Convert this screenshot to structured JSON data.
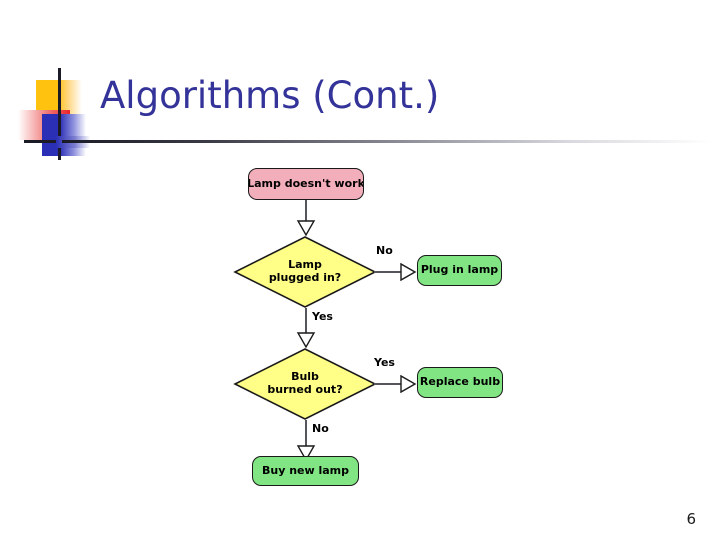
{
  "slide": {
    "title": "Algorithms (Cont.)",
    "page_number": "6",
    "title_color": "#333399"
  },
  "flowchart": {
    "nodes": [
      {
        "id": "start",
        "shape": "rounded-rect",
        "label": "Lamp doesn't work",
        "color": "#F3AEBB"
      },
      {
        "id": "plugged",
        "shape": "diamond",
        "label": "Lamp\nplugged in?",
        "line1": "Lamp",
        "line2": "plugged in?",
        "color": "#FFFF88"
      },
      {
        "id": "plug-in-lamp",
        "shape": "rounded-rect",
        "label": "Plug in lamp",
        "color": "#80E582"
      },
      {
        "id": "burned",
        "shape": "diamond",
        "label": "Bulb\nburned out?",
        "line1": "Bulb",
        "line2": "burned out?",
        "color": "#FFFF88"
      },
      {
        "id": "replace-bulb",
        "shape": "rounded-rect",
        "label": "Replace bulb",
        "color": "#80E582"
      },
      {
        "id": "buy-new-lamp",
        "shape": "rounded-rect",
        "label": "Buy new lamp",
        "color": "#80E582"
      }
    ],
    "edges": [
      {
        "from": "start",
        "to": "plugged",
        "label": ""
      },
      {
        "from": "plugged",
        "to": "plug-in-lamp",
        "label": "No"
      },
      {
        "from": "plugged",
        "to": "burned",
        "label": "Yes"
      },
      {
        "from": "burned",
        "to": "replace-bulb",
        "label": "Yes"
      },
      {
        "from": "burned",
        "to": "buy-new-lamp",
        "label": "No"
      }
    ]
  }
}
